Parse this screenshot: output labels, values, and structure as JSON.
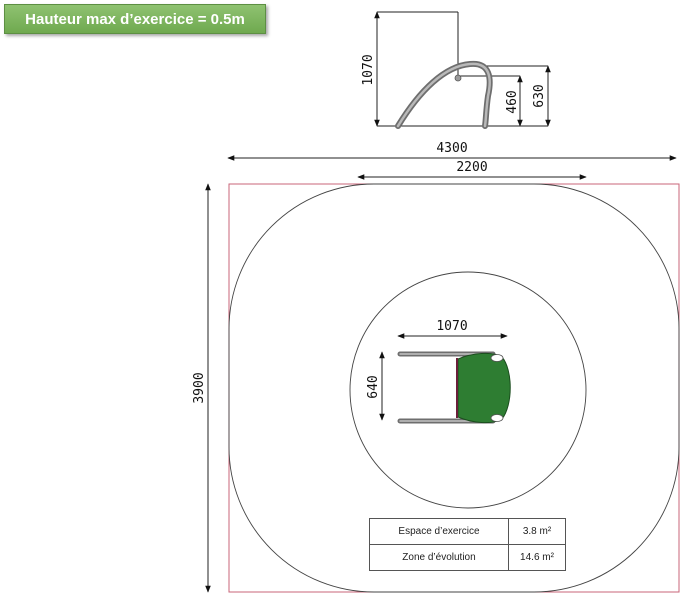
{
  "header": {
    "max_height_label": "Hauteur max d’exercice = 0.5m"
  },
  "side_view": {
    "total_height": "1070",
    "height_630": "630",
    "height_460": "460"
  },
  "plan_view": {
    "total_width": "4300",
    "inner_width": "2200",
    "total_depth": "3900",
    "equipment_width": "1070",
    "equipment_depth": "640"
  },
  "stats_table": {
    "rows": [
      {
        "label": "Espace d’exercice",
        "value": "3.8 m²"
      },
      {
        "label": "Zone d’évolution",
        "value": "14.6 m²"
      }
    ]
  },
  "colors": {
    "seat_green": "#2e7d32",
    "boundary_red": "#c8667a",
    "frame_gray": "#8a8a8a"
  }
}
